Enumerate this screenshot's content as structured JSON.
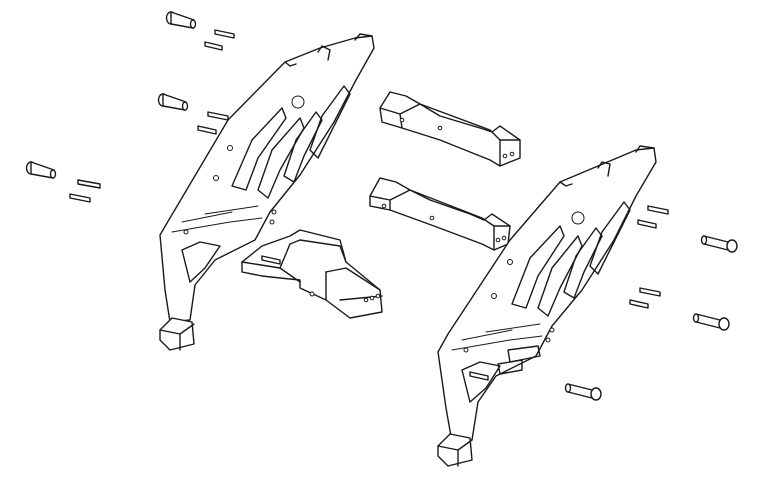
{
  "diagram": {
    "parts": [
      {
        "id": "left-side-frame"
      },
      {
        "id": "right-side-frame"
      },
      {
        "id": "center-mount-block"
      },
      {
        "id": "upper-cross-brace"
      },
      {
        "id": "lower-cross-brace"
      },
      {
        "id": "shoulder-screws",
        "count": 6
      },
      {
        "id": "dowel-pins",
        "count": 12
      }
    ],
    "colors": {
      "line": "#1a1a1a",
      "background": "#ffffff"
    }
  }
}
